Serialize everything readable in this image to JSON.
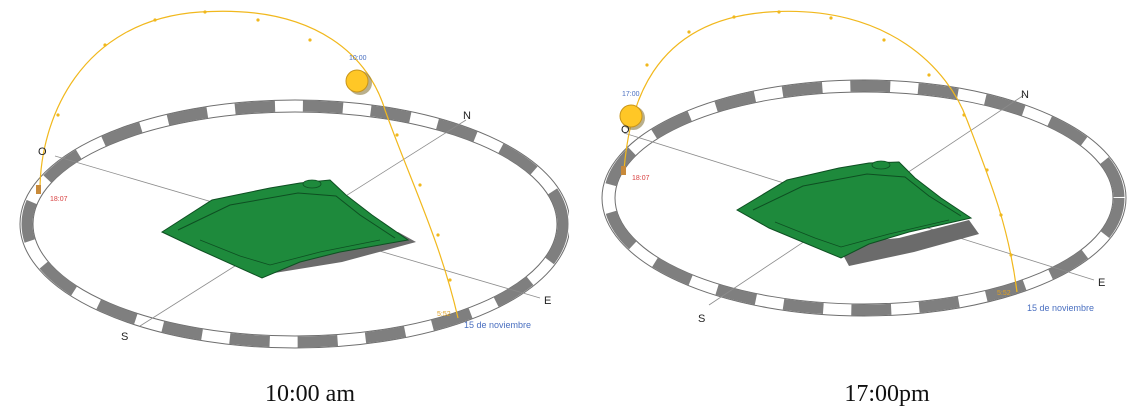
{
  "colors": {
    "sun_path": "#f1b81d",
    "sun": "#ffc726",
    "terrain": "#1e8a3c",
    "terrain_dark": "#0e4f22",
    "shadow": "#6b6b6b",
    "ring_dark": "#7f7f7f",
    "time_label": "#4a6fc0",
    "sunset_label": "#d84040",
    "sunrise_label": "#e0a020"
  },
  "panels": [
    {
      "sun_time": "10:00",
      "sunset_time": "18:07",
      "sunrise_time": "5:52",
      "date_label": "15 de noviembre",
      "compass": {
        "N": "N",
        "E": "E",
        "S": "S",
        "O": "O"
      },
      "caption": "10:00 am",
      "sun_icon": "sun-icon"
    },
    {
      "sun_time": "17:00",
      "sunset_time": "18:07",
      "sunrise_time": "5:52",
      "date_label": "15 de noviembre",
      "compass": {
        "N": "N",
        "E": "E",
        "S": "S",
        "O": "O"
      },
      "caption": "17:00pm",
      "sun_icon": "sun-icon"
    }
  ]
}
